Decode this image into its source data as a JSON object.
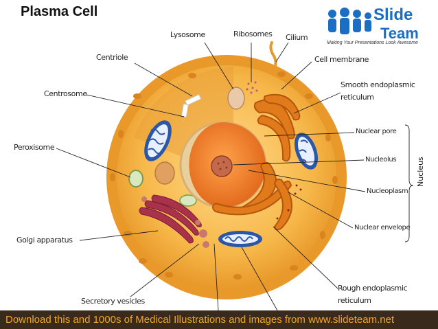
{
  "title": "Plasma Cell",
  "logo": {
    "line1": "Slide",
    "line2": "Team",
    "tagline": "Making Your Presentations Look Awesome"
  },
  "labels": {
    "lysosome": "Lysosome",
    "ribosomes": "Ribosomes",
    "cilium": "Cilium",
    "centriole": "Centriole",
    "cell_membrane": "Cell membrane",
    "smooth_er_1": "Smooth endoplasmic",
    "smooth_er_2": "reticulum",
    "centrosome": "Centrosome",
    "nuclear_pore": "Nuclear pore",
    "peroxisome": "Peroxisome",
    "nucleolus": "Nucleolus",
    "nucleoplasm": "Nucleoplasm",
    "nuclear_envelope": "Nuclear envelope",
    "golgi": "Golgi apparatus",
    "rough_er_1": "Rough endoplasmic",
    "rough_er_2": "reticulum",
    "secretory_vesicles": "Secretory vesicles",
    "nucleus_group": "Nucleus"
  },
  "footer": "Download this and 1000s of Medical Illustrations and images from www.slideteam.net",
  "colors": {
    "cytoplasm": "#f7b84a",
    "membrane": "#e8992a",
    "er": "#e07a1a",
    "golgi": "#a8324a",
    "mitochondria": "#2b57a8",
    "footer_bg": "#3a2a1c",
    "footer_text": "#f5a623"
  }
}
